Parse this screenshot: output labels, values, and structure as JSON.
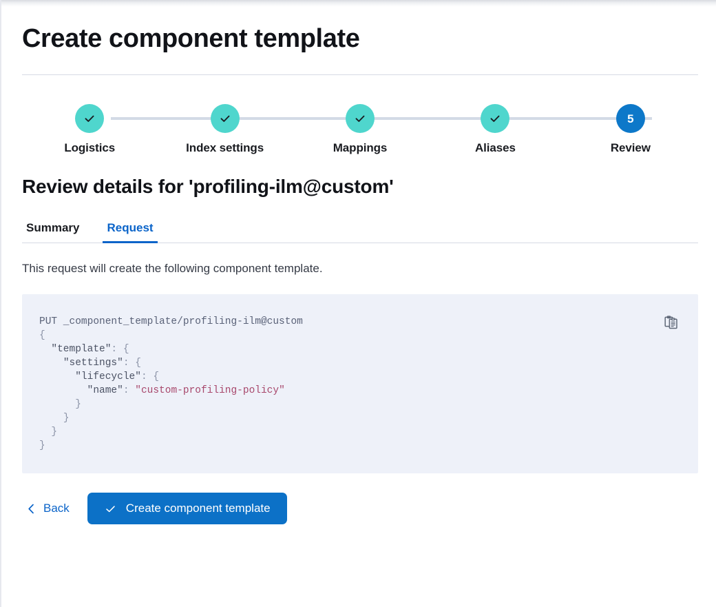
{
  "page": {
    "title": "Create component template"
  },
  "stepper": {
    "steps": [
      {
        "label": "Logistics",
        "state": "done",
        "indicator": "check-icon"
      },
      {
        "label": "Index settings",
        "state": "done",
        "indicator": "check-icon"
      },
      {
        "label": "Mappings",
        "state": "done",
        "indicator": "check-icon"
      },
      {
        "label": "Aliases",
        "state": "done",
        "indicator": "check-icon"
      },
      {
        "label": "Review",
        "state": "current",
        "indicator": "5"
      }
    ],
    "colors": {
      "done": "#4fd6cd",
      "current": "#0d78c9",
      "connector": "#d3dae6"
    }
  },
  "review": {
    "heading": "Review details for 'profiling-ilm@custom'",
    "tabs": [
      {
        "label": "Summary",
        "active": false
      },
      {
        "label": "Request",
        "active": true
      }
    ],
    "description": "This request will create the following component template.",
    "request": {
      "method_line": "PUT _component_template/profiling-ilm@custom",
      "lines": [
        "{",
        "  \"template\": {",
        "    \"settings\": {",
        "      \"lifecycle\": {",
        "        \"name\": \"custom-profiling-policy\"",
        "      }",
        "    }",
        "  }",
        "}"
      ],
      "string_value": "\"custom-profiling-policy\"",
      "copy_icon": "copy-clipboard-icon"
    }
  },
  "actions": {
    "back_label": "Back",
    "back_icon": "chevron-left-icon",
    "submit_label": "Create component template",
    "submit_icon": "check-icon",
    "submit_color": "#0c71c7"
  }
}
